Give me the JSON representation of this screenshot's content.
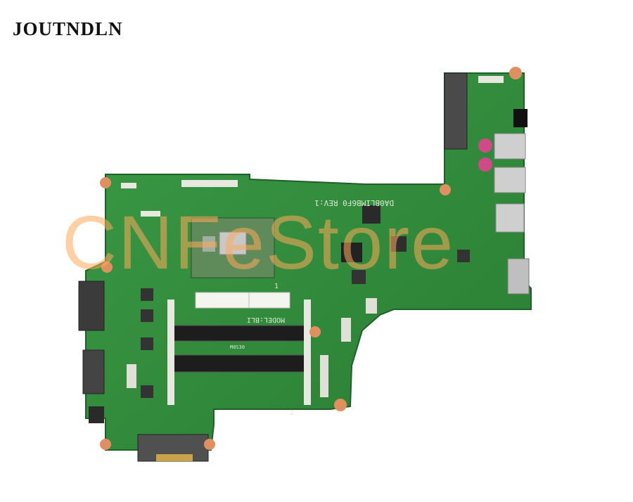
{
  "brand": {
    "name": "JOUTNDLN"
  },
  "watermark": {
    "text": "CNFeStore"
  },
  "board": {
    "pcb_color": "#2f8a3a",
    "silkscreen": {
      "board_id": "DA0BLIMB6F0 REV:1",
      "model": "MODEL:BLI",
      "mark_1": "1",
      "mark_2": "2",
      "slot_label": "M0S30"
    }
  },
  "colors": {
    "accent_orange": "#f0a060",
    "pcb_green": "#2f8a3a",
    "pcb_dark": "#1f5f28"
  }
}
